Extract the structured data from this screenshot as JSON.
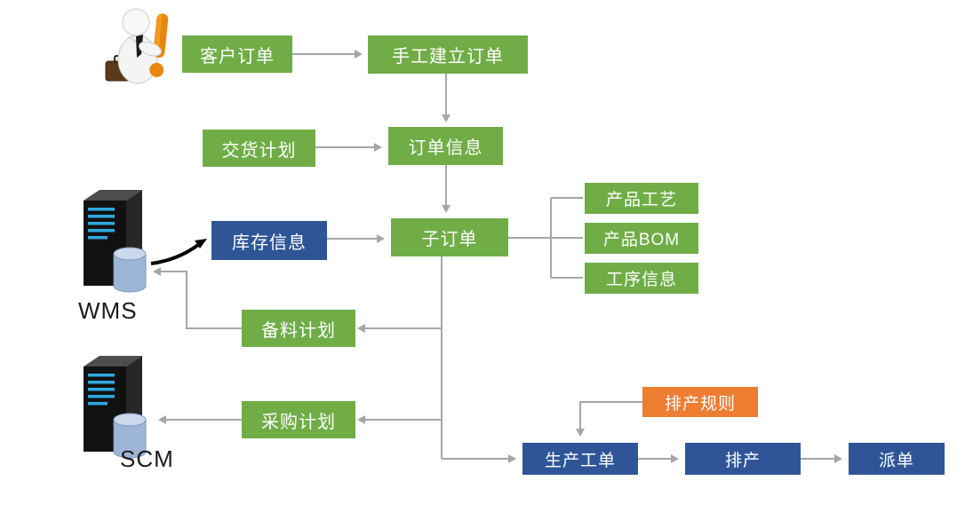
{
  "diagram": {
    "nodes": {
      "customer_order": "客户订单",
      "manual_create_order": "手工建立订单",
      "delivery_plan": "交货计划",
      "order_info": "订单信息",
      "sub_order": "子订单",
      "product_process": "产品工艺",
      "product_bom": "产品BOM",
      "operation_info": "工序信息",
      "inventory_info": "库存信息",
      "material_prep_plan": "备料计划",
      "purchase_plan": "采购计划",
      "scheduling_rules": "排产规则",
      "production_work_order": "生产工单",
      "scheduling": "排产",
      "dispatch": "派单"
    },
    "systems": {
      "wms": "WMS",
      "scm": "SCM"
    },
    "colors": {
      "green": "#70AD47",
      "blue": "#2F5597",
      "orange": "#ED7D31",
      "connector": "#A6A6A6",
      "arrow_black": "#000000"
    }
  }
}
